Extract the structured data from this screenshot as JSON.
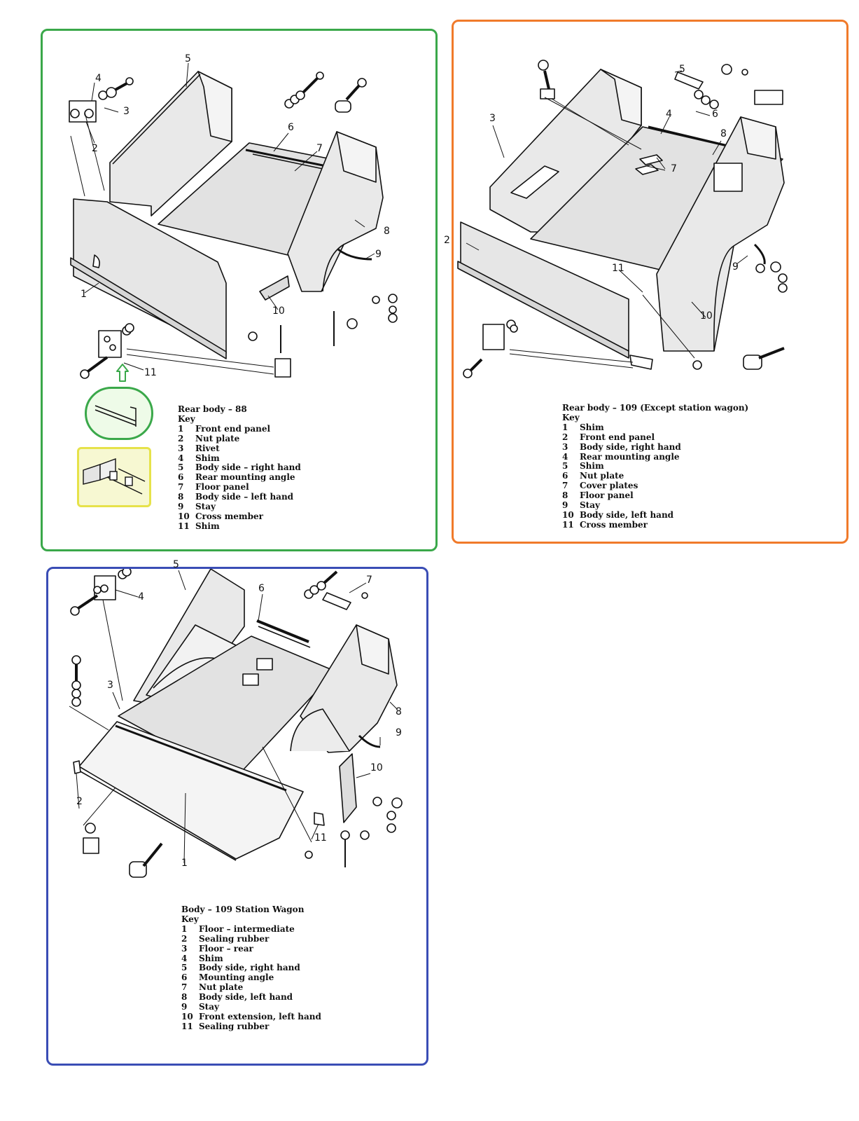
{
  "colors": {
    "panel_88_border": "#3aa84a",
    "panel_109_border": "#f07a2a",
    "panel_sw_border": "#3a4db5",
    "inset_green": "#3aa84a",
    "inset_yellow": "#e6e24a",
    "line_art": "#111111",
    "panel_fill": "#e6e6e6"
  },
  "panel_88": {
    "title": "Rear body – 88",
    "key_label": "Key",
    "items": [
      {
        "num": "1",
        "label": "Front end panel"
      },
      {
        "num": "2",
        "label": "Nut plate"
      },
      {
        "num": "3",
        "label": "Rivet"
      },
      {
        "num": "4",
        "label": "Shim"
      },
      {
        "num": "5",
        "label": "Body side – right hand"
      },
      {
        "num": "6",
        "label": "Rear mounting angle"
      },
      {
        "num": "7",
        "label": "Floor panel"
      },
      {
        "num": "8",
        "label": "Body side – left hand"
      },
      {
        "num": "9",
        "label": "Stay"
      },
      {
        "num": "10",
        "label": "Cross member"
      },
      {
        "num": "11",
        "label": "Shim"
      }
    ],
    "callouts": [
      "5",
      "4",
      "3",
      "2",
      "6",
      "7",
      "8",
      "9",
      "1",
      "10",
      "11"
    ]
  },
  "panel_109": {
    "title": "Rear body – 109 (Except station wagon)",
    "key_label": "Key",
    "items": [
      {
        "num": "1",
        "label": "Shim"
      },
      {
        "num": "2",
        "label": "Front end panel"
      },
      {
        "num": "3",
        "label": "Body side, right hand"
      },
      {
        "num": "4",
        "label": "Rear mounting angle"
      },
      {
        "num": "5",
        "label": "Shim"
      },
      {
        "num": "6",
        "label": "Nut plate"
      },
      {
        "num": "7",
        "label": "Cover plates"
      },
      {
        "num": "8",
        "label": "Floor panel"
      },
      {
        "num": "9",
        "label": "Stay"
      },
      {
        "num": "10",
        "label": "Body side, left hand"
      },
      {
        "num": "11",
        "label": "Cross member"
      }
    ],
    "callouts": [
      "5",
      "3",
      "4",
      "6",
      "8",
      "7",
      "2",
      "11",
      "9",
      "10"
    ]
  },
  "panel_sw": {
    "title": "Body – 109 Station Wagon",
    "key_label": "Key",
    "items": [
      {
        "num": "1",
        "label": "Floor – intermediate"
      },
      {
        "num": "2",
        "label": "Sealing rubber"
      },
      {
        "num": "3",
        "label": "Floor – rear"
      },
      {
        "num": "4",
        "label": "Shim"
      },
      {
        "num": "5",
        "label": "Body side, right hand"
      },
      {
        "num": "6",
        "label": "Mounting angle"
      },
      {
        "num": "7",
        "label": "Nut plate"
      },
      {
        "num": "8",
        "label": "Body side, left hand"
      },
      {
        "num": "9",
        "label": "Stay"
      },
      {
        "num": "10",
        "label": "Front extension, left hand"
      },
      {
        "num": "11",
        "label": "Sealing rubber"
      }
    ],
    "callouts": [
      "5",
      "4",
      "6",
      "7",
      "3",
      "8",
      "9",
      "10",
      "2",
      "11",
      "1"
    ]
  }
}
